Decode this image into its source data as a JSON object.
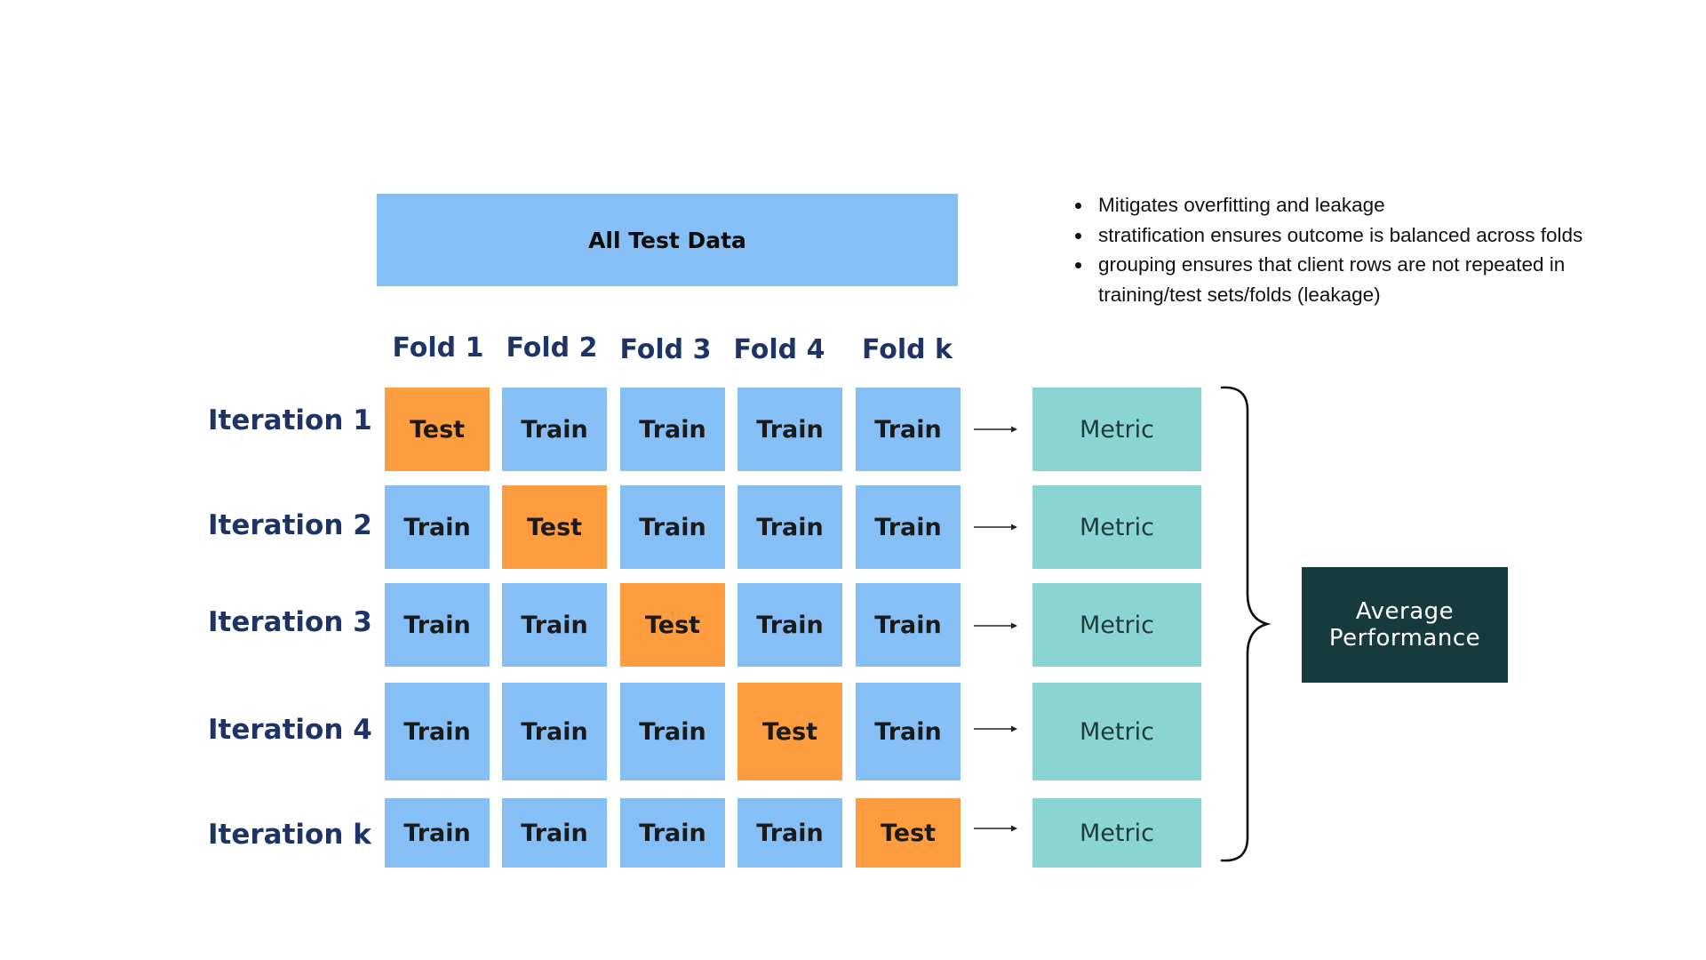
{
  "banner": {
    "label": "All Test Data"
  },
  "notes": [
    "Mitigates overfitting and leakage",
    "stratification ensures outcome is balanced across folds",
    "grouping ensures that client rows are not repeated in training/test sets/folds (leakage)"
  ],
  "folds": [
    "Fold 1",
    "Fold 2",
    "Fold 3",
    "Fold 4",
    "Fold k"
  ],
  "iterations": [
    {
      "label": "Iteration 1",
      "cells": [
        "Test",
        "Train",
        "Train",
        "Train",
        "Train"
      ],
      "metric": "Metric"
    },
    {
      "label": "Iteration 2",
      "cells": [
        "Train",
        "Test",
        "Train",
        "Train",
        "Train"
      ],
      "metric": "Metric"
    },
    {
      "label": "Iteration 3",
      "cells": [
        "Train",
        "Train",
        "Test",
        "Train",
        "Train"
      ],
      "metric": "Metric"
    },
    {
      "label": "Iteration 4",
      "cells": [
        "Train",
        "Train",
        "Train",
        "Test",
        "Train"
      ],
      "metric": "Metric"
    },
    {
      "label": "Iteration k",
      "cells": [
        "Train",
        "Train",
        "Train",
        "Train",
        "Test"
      ],
      "metric": "Metric"
    }
  ],
  "average": {
    "line1": "Average",
    "line2": "Performance"
  },
  "colors": {
    "train": "#86bff5",
    "test": "#fd9d40",
    "metric": "#8bd4d4",
    "average": "#173b3c",
    "label_text": "#1f3466"
  }
}
